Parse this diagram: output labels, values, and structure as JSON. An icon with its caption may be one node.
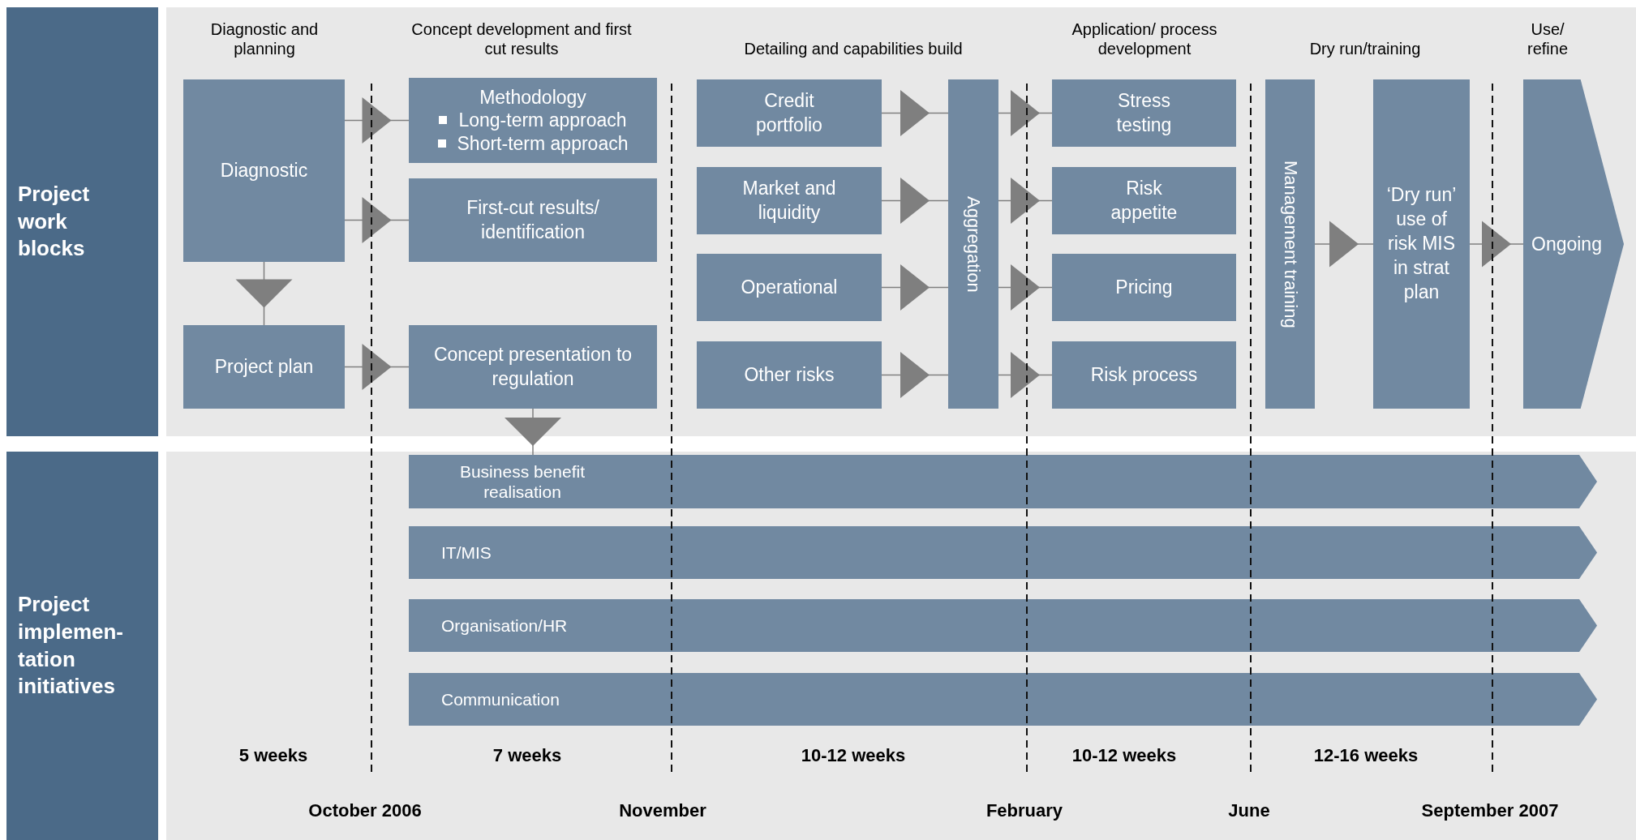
{
  "diagram": {
    "nodes": [
      {
        "text": [
          "Project work blocks"
        ]
      },
      {
        "text": [
          "Project implemen-tation initiatives"
        ]
      },
      {
        "text": [
          "Diagnostic"
        ]
      },
      {
        "text": [
          "Project plan"
        ]
      },
      {
        "text": [
          "Methodology",
          "Long-term approach",
          "Short-term approach"
        ]
      },
      {
        "text": [
          "First-cut results/ identification"
        ]
      },
      {
        "text": [
          "Concept presentation to regulation"
        ]
      },
      {
        "text": [
          "Credit portfolio"
        ]
      },
      {
        "text": [
          "Market and liquidity"
        ]
      },
      {
        "text": [
          "Operational"
        ]
      },
      {
        "text": [
          "Other risks"
        ]
      },
      {
        "text": [
          "Aggregation"
        ]
      },
      {
        "text": [
          "Stress testing"
        ]
      },
      {
        "text": [
          "Risk appetite"
        ]
      },
      {
        "text": [
          "Pricing"
        ]
      },
      {
        "text": [
          "Risk process"
        ]
      },
      {
        "text": [
          "Management training"
        ]
      },
      {
        "text": [
          "‘Dry run’ use of risk MIS in strat plan"
        ]
      },
      {
        "text": [
          "Ongoing"
        ]
      },
      {
        "text": [
          "Business benefit realisation"
        ]
      },
      {
        "text": [
          "IT/MIS"
        ]
      },
      {
        "text": [
          "Organisation/HR"
        ]
      },
      {
        "text": [
          "Communication"
        ]
      }
    ],
    "edges": [
      {
        "from": 2,
        "to": 4,
        "arrow": "to"
      },
      {
        "from": 2,
        "to": 5,
        "arrow": "to"
      },
      {
        "from": 2,
        "to": 3,
        "arrow": "to"
      },
      {
        "from": 3,
        "to": 6,
        "arrow": "to"
      },
      {
        "from": 6,
        "to": 19,
        "arrow": "to"
      },
      {
        "from": 7,
        "to": 11,
        "arrow": "to"
      },
      {
        "from": 8,
        "to": 11,
        "arrow": "to"
      },
      {
        "from": 9,
        "to": 11,
        "arrow": "to"
      },
      {
        "from": 10,
        "to": 11,
        "arrow": "to"
      },
      {
        "from": 11,
        "to": 12,
        "arrow": "to"
      },
      {
        "from": 11,
        "to": 13,
        "arrow": "to"
      },
      {
        "from": 11,
        "to": 14,
        "arrow": "to"
      },
      {
        "from": 11,
        "to": 15,
        "arrow": "to"
      },
      {
        "from": 16,
        "to": 17,
        "arrow": "to"
      },
      {
        "from": 17,
        "to": 18,
        "arrow": "to"
      }
    ],
    "labels": [
      "Diagnostic and planning",
      "Concept development and first cut results",
      "Detailing and capabilities build",
      "Application/ process development",
      "Dry run/training",
      "Use/ refine",
      "5 weeks",
      "7 weeks",
      "10-12 weeks",
      "10-12 weeks",
      "12-16 weeks",
      "October 2006",
      "November",
      "February",
      "June",
      "September 2007"
    ]
  }
}
